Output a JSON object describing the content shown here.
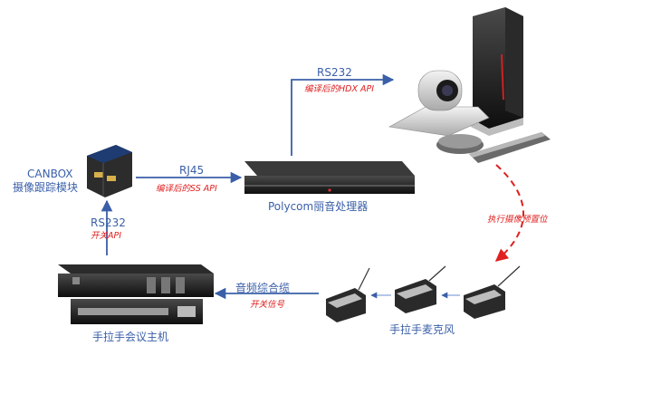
{
  "nodes": {
    "canbox": {
      "line1": "CANBOX",
      "line2": "摄像跟踪模块"
    },
    "processor": {
      "label": "Polycom丽音处理器"
    },
    "host": {
      "label": "手拉手会议主机"
    },
    "mics": {
      "label": "手拉手麦克风"
    }
  },
  "links": {
    "rs232_top": {
      "name": "RS232",
      "sub": "编译后的HDX API"
    },
    "rj45": {
      "name": "RJ45",
      "sub": "编译后的SS API"
    },
    "rs232_left": {
      "name": "RS232",
      "sub": "开关API"
    },
    "audio": {
      "name": "音频综合缆",
      "sub": "开关信号"
    },
    "preset": {
      "sub": "执行摄像预置位"
    }
  },
  "colors": {
    "link": "#3a5fa8",
    "note": "#e02020",
    "device": "#1a1a1a"
  }
}
